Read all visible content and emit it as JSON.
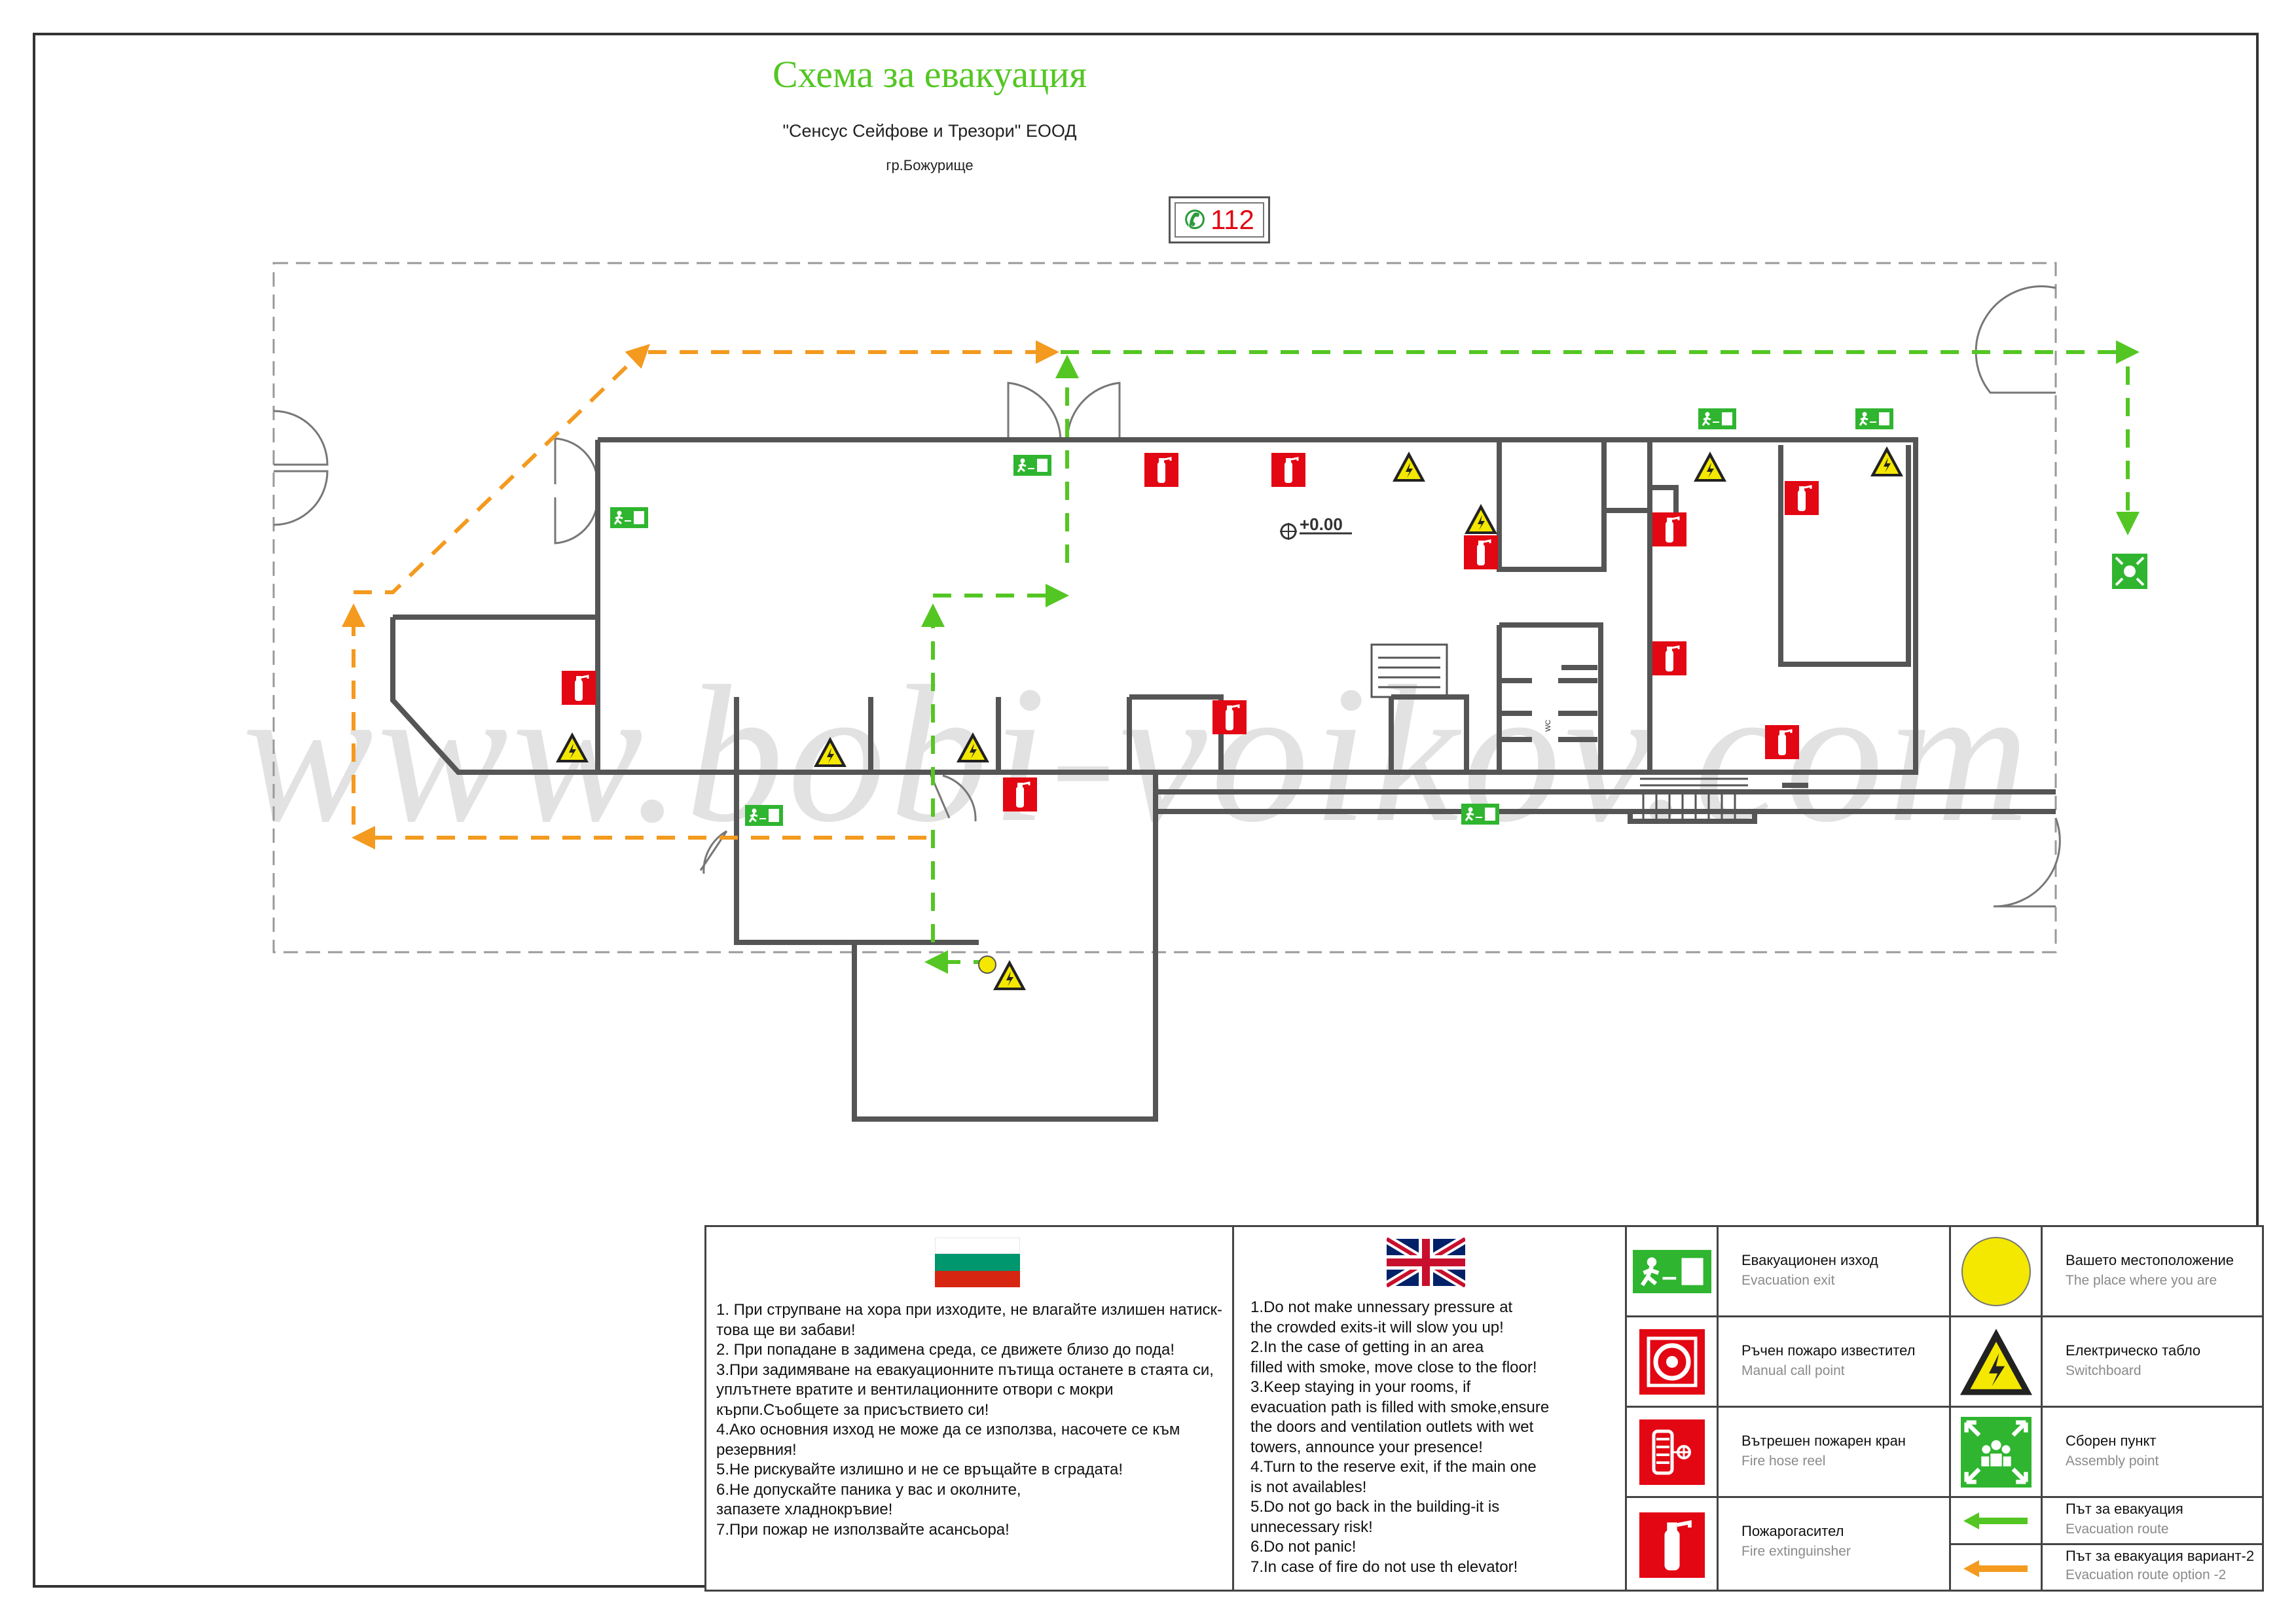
{
  "header": {
    "title": "Схема за евакуация",
    "company": "\"Сенсус Сейфове и Трезори\" ЕООД",
    "city": "гр.Божурище",
    "emergency_number": "112"
  },
  "plan": {
    "level_mark": "+0.00",
    "wc_label": "WC",
    "watermark": "www.bobi-voikov.com"
  },
  "legend": {
    "rules_bg": "1. При струпване на хора при изходите, не влагайте излишен натиск-това ще ви забави!\n2. При попадане в задимена среда, се движете близо до пода!\n3.При задимяване на евакуационните пътища останете в стаята си, уплътнете вратите и вентилационните отвори с мокри кърпи.Съобщете за присъствието си!\n4.Ако основния изход не може да се използва, насочете се към резервния!\n5.Не рискувайте излишно и не се връщайте в сградата!\n6.Не допускайте паника у вас и околните,\nзапазете хладнокръвие!\n7.При пожар не използвайте асансьора!",
    "rules_en": "1.Do not make unnessary pressure at\nthe crowded exits-it will slow you up!\n2.In the case of getting in an area\nfilled with smoke, move close to the floor!\n3.Keep staying in your rooms, if\nevacuation path is filled with smoke,ensure\nthe doors and ventilation outlets with wet\ntowers, announce your presence!\n4.Turn to the reserve exit, if the main one\nis not availables!\n5.Do not go back in the building-it is\nunnecessary risk!\n6.Do not panic!\n7.In case of fire do not use th elevator!",
    "items_left": [
      {
        "icon": "evacuation-exit-icon",
        "label": "Евакуационен изход",
        "sub": "Evacuation exit"
      },
      {
        "icon": "manual-call-point-icon",
        "label": "Ръчен пожаро известител",
        "sub": "Manual call point"
      },
      {
        "icon": "fire-hose-reel-icon",
        "label": "Вътрешен пожарен кран",
        "sub": "Fire hose reel"
      },
      {
        "icon": "fire-extinguisher-icon",
        "label": "Пожарогасител",
        "sub": "Fire extinguinsher"
      }
    ],
    "items_right": [
      {
        "icon": "you-are-here-icon",
        "label": "Вашето местоположение",
        "sub": "The place where you are"
      },
      {
        "icon": "switchboard-icon",
        "label": "Електрическо табло",
        "sub": "Switchboard"
      },
      {
        "icon": "assembly-point-icon",
        "label": "Сборен пункт",
        "sub": "Assembly point"
      },
      {
        "icon": "evacuation-route-icon",
        "label": "Път за евакуация",
        "sub": "Evacuation route"
      },
      {
        "icon": "evacuation-route-option2-icon",
        "label": "Път за евакуация вариант-2",
        "sub": "Evacuation route option -2"
      }
    ]
  },
  "colors": {
    "green": "#54c623",
    "orange": "#f39a1f",
    "red": "#e30613",
    "yellow": "#f4e800",
    "wall": "#555555"
  }
}
